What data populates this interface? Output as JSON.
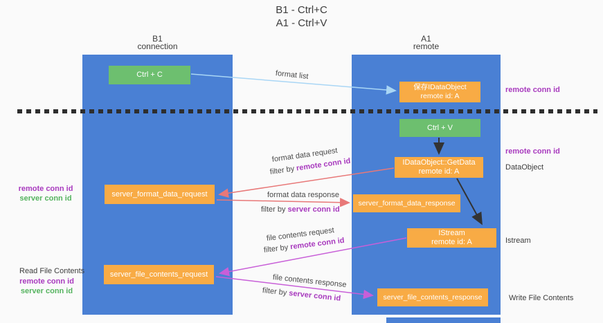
{
  "title": {
    "line1": "B1 - Ctrl+C",
    "line2": "A1 - Ctrl+V"
  },
  "columns": {
    "left": {
      "name": "B1",
      "role": "connection"
    },
    "right": {
      "name": "A1",
      "role": "remote"
    }
  },
  "nodes": {
    "ctrl_c": {
      "label": "Ctrl + C"
    },
    "save_idataobject": {
      "line1": "保存IDataObject",
      "line2": "remote id: A"
    },
    "ctrl_v": {
      "label": "Ctrl + V"
    },
    "getdata": {
      "line1": "IDataObject::GetData",
      "line2": "remote id: A"
    },
    "format_request": {
      "label": "server_format_data_request"
    },
    "format_response": {
      "label": "server_format_data_response"
    },
    "istream": {
      "line1": "IStream",
      "line2": "remote id: A"
    },
    "file_request": {
      "label": "server_file_contents_request"
    },
    "file_response": {
      "label": "server_file_contents_response"
    }
  },
  "arrows": {
    "format_list": {
      "label": "format list"
    },
    "format_data_request": {
      "label": "format data request",
      "filter_prefix": "filter by ",
      "filter_key": "remote conn id"
    },
    "format_data_response": {
      "label": "format data response",
      "filter_prefix": "filter by ",
      "filter_key": "server conn id"
    },
    "file_contents_request": {
      "label": "file contents request",
      "filter_prefix": "filter by ",
      "filter_key": "remote conn id"
    },
    "file_contents_response": {
      "label": "file contents response",
      "filter_prefix": "filter by ",
      "filter_key": "server conn id"
    }
  },
  "side_labels": {
    "right_remote_conn_id_top": "remote conn id",
    "right_remote_conn_id_mid": "remote conn id",
    "right_dataobject": "DataObject",
    "right_istream": "Istream",
    "right_write_file_contents": "Write File Contents",
    "left_remote_conn_id_top": "remote conn id",
    "left_server_conn_id_top": "server conn id",
    "left_read_file_contents": "Read File Contents",
    "left_remote_conn_id_bottom": "remote conn id",
    "left_server_conn_id_bottom": "server conn id"
  },
  "colors": {
    "column_blue": "#4a80d4",
    "box_green": "#6dbf6f",
    "box_orange": "#f8ab45",
    "arrow_light_blue": "#a9d6f5",
    "arrow_salmon": "#e87878",
    "arrow_magenta": "#c85fd8",
    "arrow_black": "#333333",
    "label_purple": "#a83abe",
    "label_green": "#55b35f"
  }
}
